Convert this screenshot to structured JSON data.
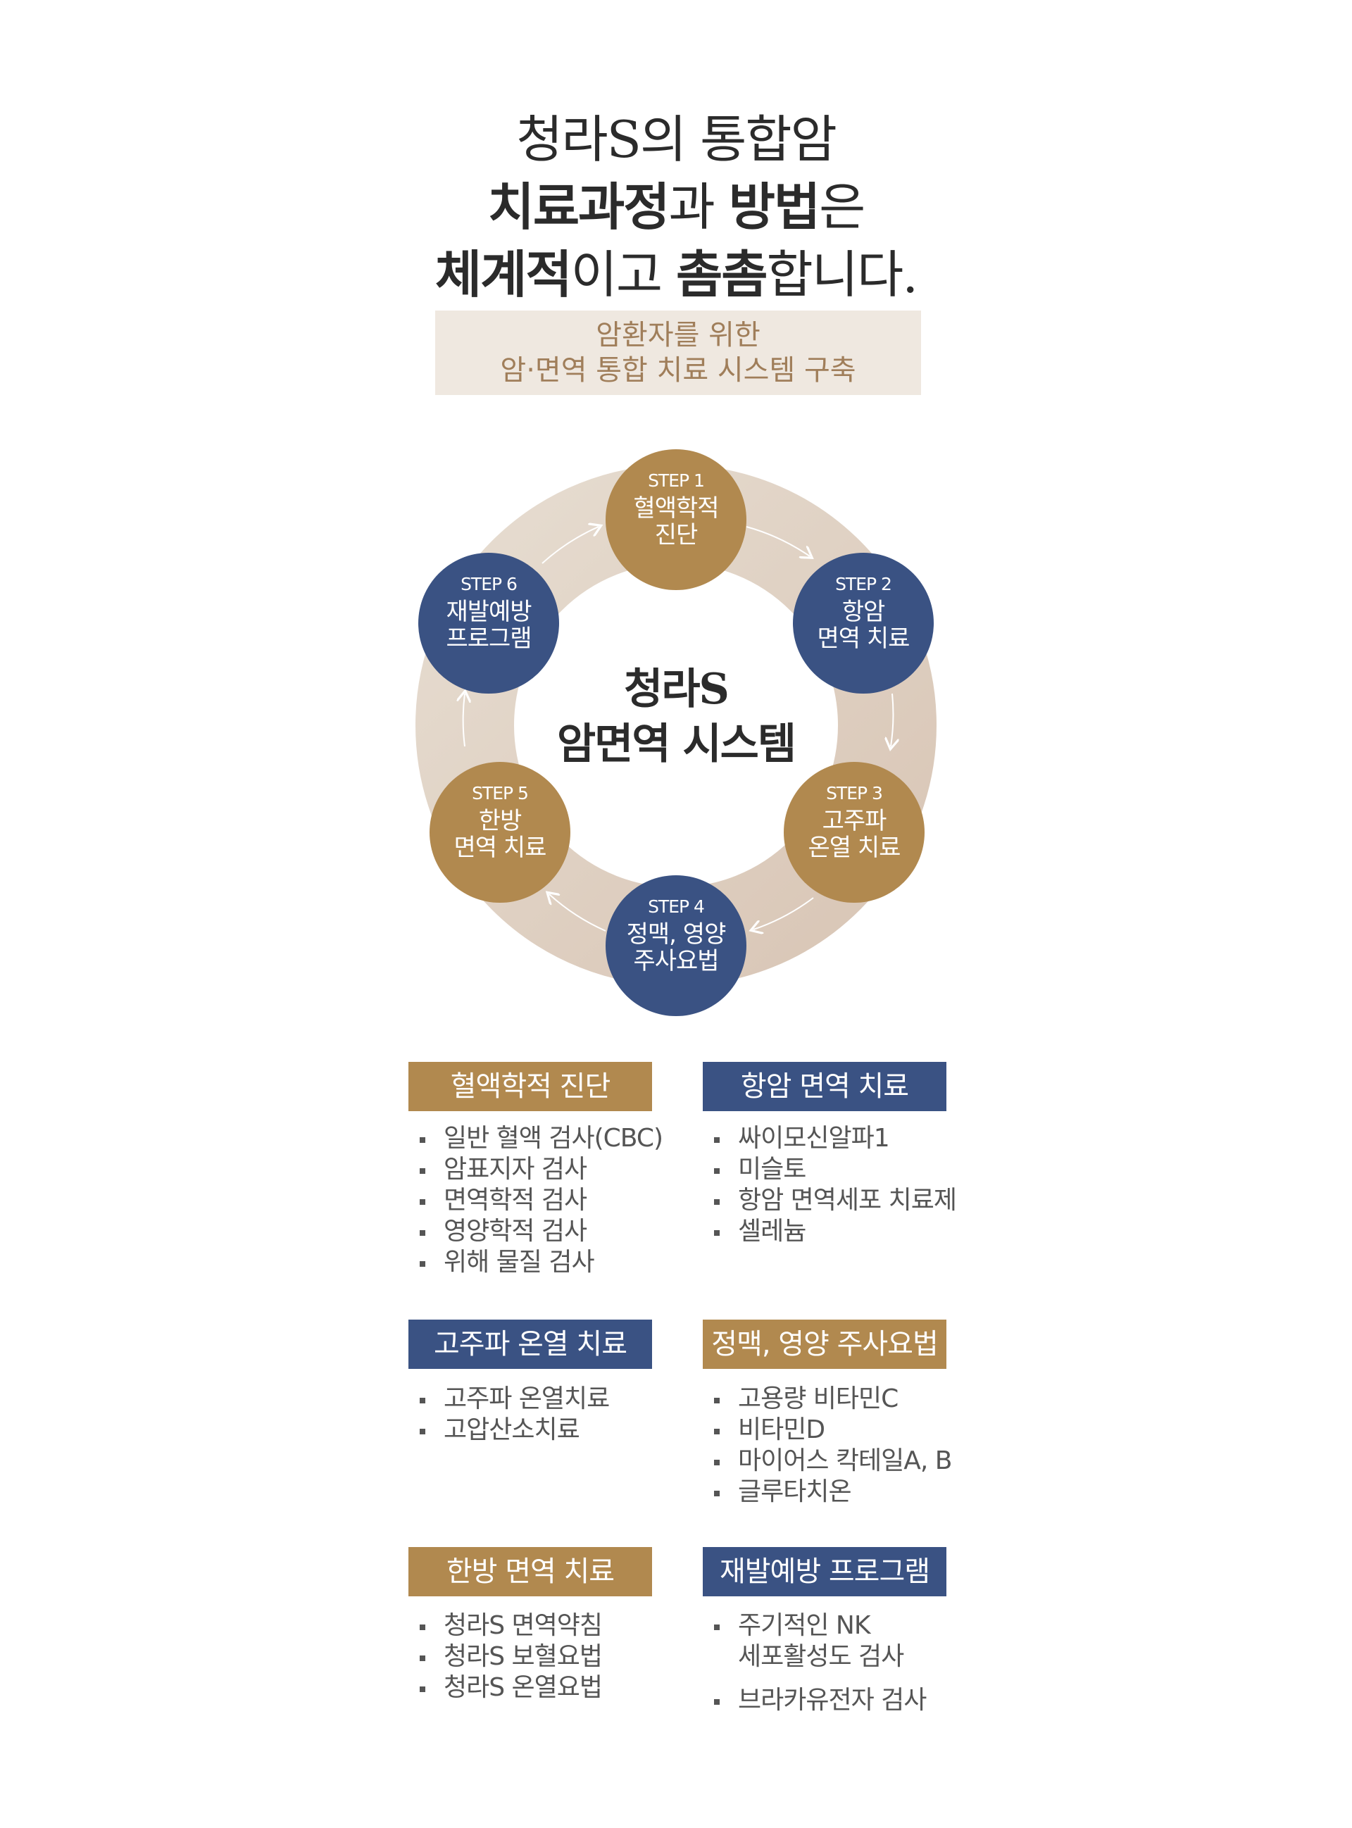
{
  "headline": {
    "line1": "청라S의 통합암",
    "line2_bold_a": "치료과정",
    "line2_light_a": "과 ",
    "line2_bold_b": "방법",
    "line2_light_b": "은",
    "line3_bold_a": "체계적",
    "line3_light_a": "이고 ",
    "line3_bold_b": "촘촘",
    "line3_light_b": "합니다."
  },
  "subtitle": {
    "line1": "암환자를 위한",
    "line2": "암·면역 통합 치료 시스템 구축"
  },
  "cycle": {
    "center_line1": "청라S",
    "center_line2": "암면역 시스템",
    "steps": [
      {
        "step": "STEP 1",
        "line1": "혈액학적",
        "line2": "진단"
      },
      {
        "step": "STEP 2",
        "line1": "항암",
        "line2": "면역 치료"
      },
      {
        "step": "STEP 3",
        "line1": "고주파",
        "line2": "온열 치료"
      },
      {
        "step": "STEP 4",
        "line1": "정맥, 영양",
        "line2": "주사요법"
      },
      {
        "step": "STEP 5",
        "line1": "한방",
        "line2": "면역 치료"
      },
      {
        "step": "STEP 6",
        "line1": "재발예방",
        "line2": "프로그램"
      }
    ]
  },
  "colors": {
    "gold": "#b1894f",
    "navy": "#3a5283",
    "ring": "#e0d3c6",
    "subbox": "#efe8e0"
  },
  "categories": [
    {
      "title": "혈액학적 진단",
      "items": [
        "일반 혈액 검사(CBC)",
        "암표지자 검사",
        "면역학적 검사",
        "영양학적 검사",
        "위해 물질 검사"
      ]
    },
    {
      "title": "항암 면역 치료",
      "items": [
        "싸이모신알파1",
        "미슬토",
        "항암 면역세포 치료제",
        "셀레늄"
      ]
    },
    {
      "title": "고주파 온열 치료",
      "items": [
        "고주파 온열치료",
        "고압산소치료"
      ]
    },
    {
      "title": "정맥, 영양 주사요법",
      "items": [
        "고용량 비타민C",
        "비타민D",
        "마이어스 칵테일A, B",
        "글루타치온"
      ]
    },
    {
      "title": "한방 면역 치료",
      "items": [
        "청라S 면역약침",
        "청라S 보혈요법",
        "청라S 온열요법"
      ]
    },
    {
      "title": "재발예방 프로그램",
      "items": [
        "주기적인 NK",
        "세포활성도 검사",
        "브라카유전자 검사"
      ]
    }
  ]
}
